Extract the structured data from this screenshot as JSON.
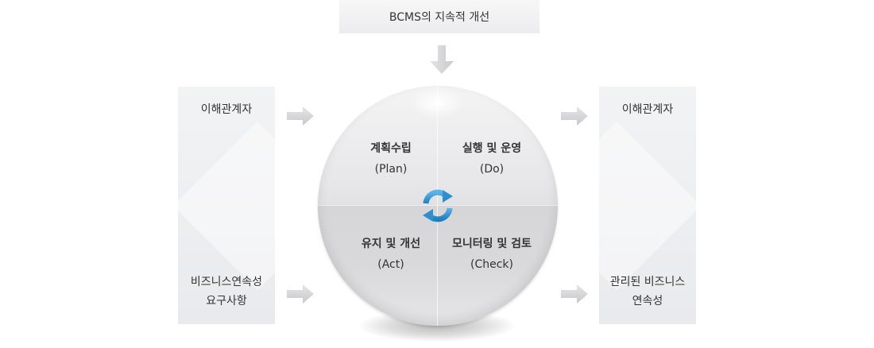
{
  "top": {
    "label": "BCMS의 지속적 개선"
  },
  "left_panel": {
    "top_label": "이해관계자",
    "bottom_lines": [
      "비즈니스연속성",
      "요구사항"
    ]
  },
  "right_panel": {
    "top_label": "이해관계자",
    "bottom_lines": [
      "관리된 비즈니스",
      "연속성"
    ]
  },
  "cycle": {
    "plan": {
      "title": "계획수립",
      "sub": "(Plan)"
    },
    "do": {
      "title": "실행 및 운영",
      "sub": "(Do)"
    },
    "act": {
      "title": "유지 및 개선",
      "sub": "(Act)"
    },
    "check": {
      "title": "모니터링 및 검토",
      "sub": "(Check)"
    }
  },
  "icons": {
    "down_arrow": "arrow-down-icon",
    "side_arrow": "arrow-right-icon",
    "cycle": "refresh-cycle-icon"
  },
  "colors": {
    "cycle_icon": "#2d8fd0",
    "arrow": "#d4d4d6"
  }
}
